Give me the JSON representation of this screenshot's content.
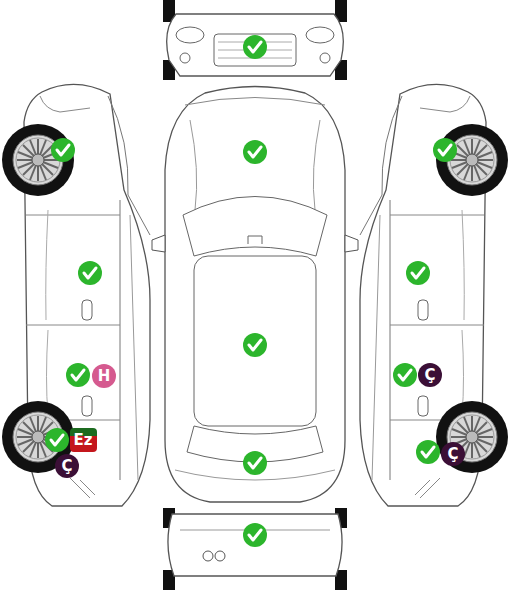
{
  "diagram": {
    "nodes": [
      {
        "text": [
          "H"
        ]
      },
      {
        "text": [
          "Ç"
        ]
      },
      {
        "text": [
          "Ez"
        ]
      },
      {
        "text": [
          "Ç"
        ]
      },
      {
        "text": [
          "Ç"
        ]
      }
    ]
  }
}
